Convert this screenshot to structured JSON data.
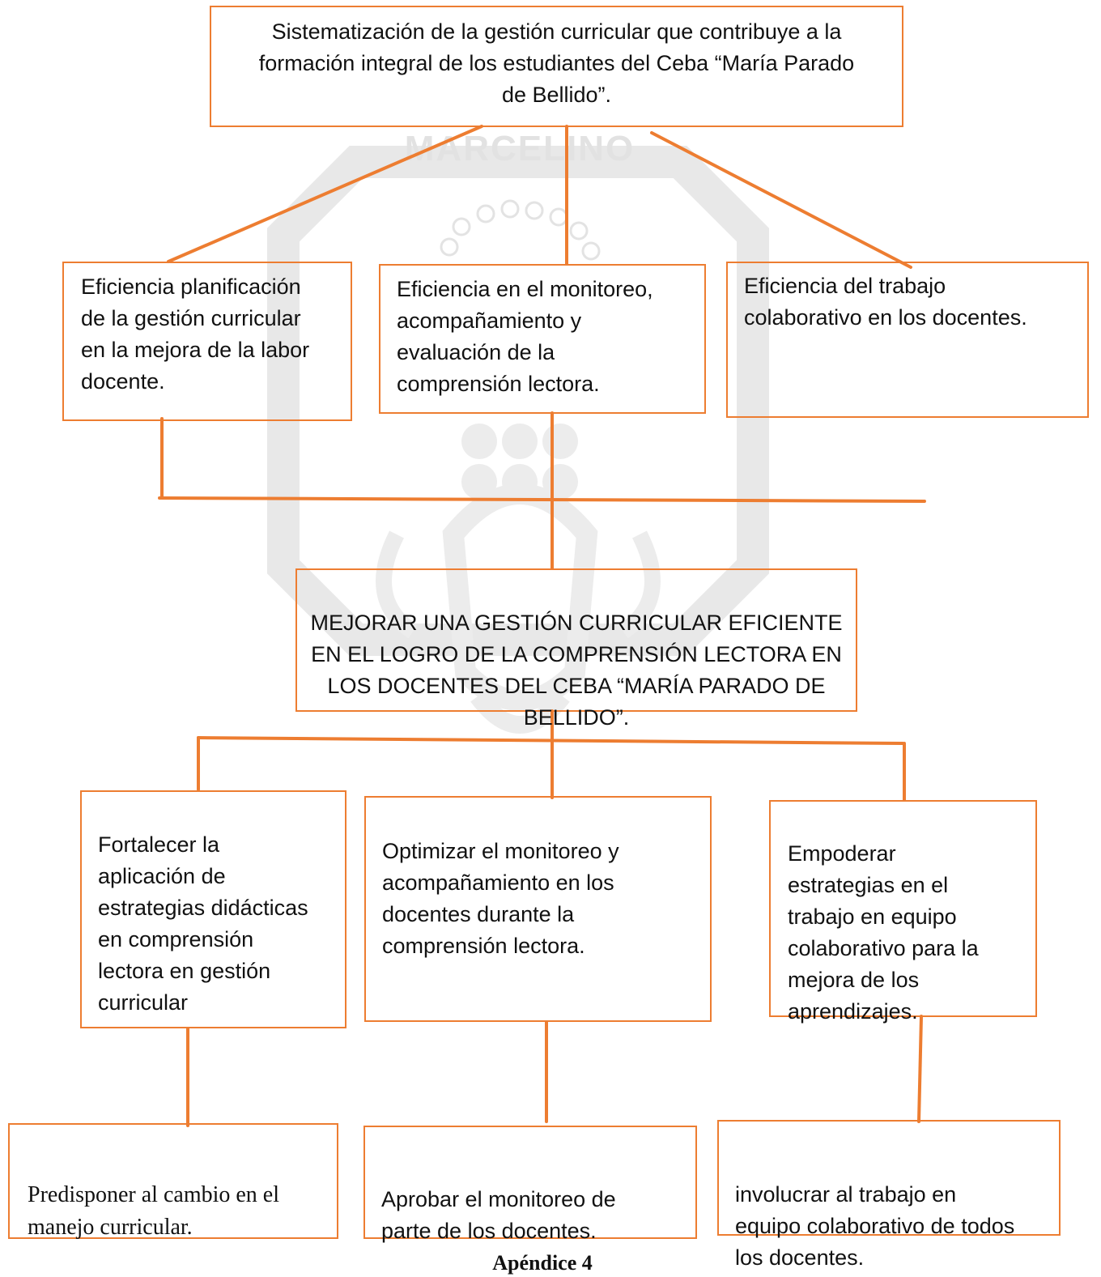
{
  "diagram": {
    "top_box": {
      "text": "Sistematización de la gestión curricular que contribuye a la\nformación integral de los estudiantes del Ceba “María Parado\nde Bellido”."
    },
    "level2": [
      {
        "text": "Eficiencia planificación\nde la gestión curricular\nen la mejora de la labor\ndocente."
      },
      {
        "text": "Eficiencia en el monitoreo,\nacompañamiento y\nevaluación de la\ncomprensión lectora."
      },
      {
        "text": "Eficiencia del trabajo\ncolaborativo en los docentes."
      }
    ],
    "center_box": {
      "text": "MEJORAR UNA GESTIÓN CURRICULAR EFICIENTE\nEN EL LOGRO DE LA COMPRENSIÓN LECTORA EN\nLOS DOCENTES DEL CEBA “MARÍA PARADO DE\nBELLIDO”."
    },
    "level4": [
      {
        "text": "Fortalecer la\naplicación de\nestrategias didácticas\nen comprensión\nlectora en gestión\ncurricular"
      },
      {
        "text": "Optimizar el monitoreo y\nacompañamiento en los\ndocentes durante la\ncomprensión lectora."
      },
      {
        "text": "Empoderar\nestrategias en el\ntrabajo en equipo\ncolaborativo para la\nmejora de los\naprendizajes."
      }
    ],
    "level5": [
      {
        "text": "Predisponer al cambio en el\nmanejo curricular."
      },
      {
        "text": "Aprobar el monitoreo de\nparte de los docentes."
      },
      {
        "text": " involucrar al trabajo en\nequipo colaborativo de todos\nlos docentes."
      }
    ],
    "caption": "Apéndice 4",
    "watermark_text": "MARCELINO",
    "colors": {
      "connector": "#ed7d31",
      "box_border": "#ed7d31",
      "watermark": "#e6e6e6",
      "text": "#111111"
    }
  }
}
